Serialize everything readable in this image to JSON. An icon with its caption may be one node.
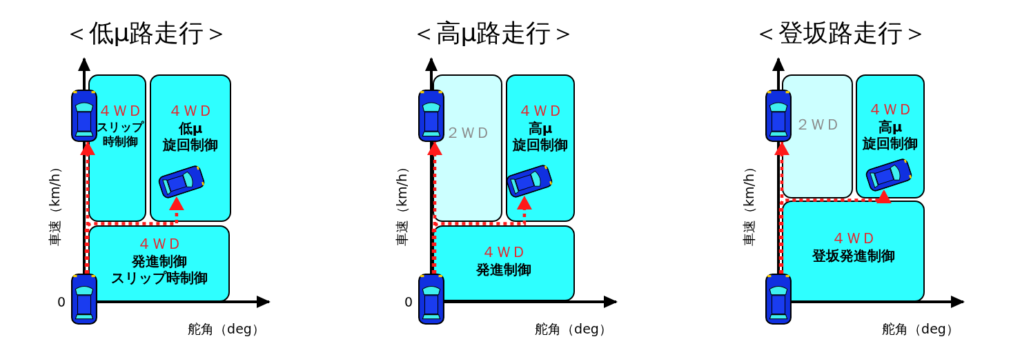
{
  "diagram": {
    "nodes": [
      {
        "text": [
          "４ＷＤ",
          "スリップ時制御"
        ]
      },
      {
        "text": [
          "４ＷＤ",
          "低μ",
          "旋回制御"
        ]
      },
      {
        "text": [],
        "shape": "picture",
        "in": 1
      },
      {
        "text": [
          "４ＷＤ",
          "発進制御",
          "スリップ時制御"
        ]
      },
      {
        "text": [],
        "shape": "picture"
      },
      {
        "text": [],
        "shape": "picture"
      },
      {
        "text": [
          "２ＷＤ"
        ]
      },
      {
        "text": [
          "４ＷＤ",
          "高μ",
          "旋回制御"
        ]
      },
      {
        "text": [],
        "shape": "picture",
        "in": 7
      },
      {
        "text": [
          "４ＷＤ",
          "発進制御"
        ]
      },
      {
        "text": [],
        "shape": "picture"
      },
      {
        "text": [],
        "shape": "picture"
      },
      {
        "text": [
          "２ＷＤ"
        ]
      },
      {
        "text": [
          "４ＷＤ",
          "高μ",
          "旋回制御"
        ]
      },
      {
        "text": [],
        "shape": "picture",
        "in": 13
      },
      {
        "text": [
          "４ＷＤ",
          "登坂発進制御"
        ]
      },
      {
        "text": [],
        "shape": "picture"
      },
      {
        "text": [],
        "shape": "picture"
      }
    ],
    "edges": [
      {
        "from": 5,
        "to": 4,
        "arrow": "to",
        "style": "dashed",
        "color": "#ff1a1a"
      },
      {
        "from": 5,
        "to": 2,
        "arrow": "to",
        "style": "dashed",
        "color": "#ff1a1a"
      },
      {
        "from": 11,
        "to": 10,
        "arrow": "to",
        "style": "dashed",
        "color": "#ff1a1a"
      },
      {
        "from": 11,
        "to": 8,
        "arrow": "to",
        "style": "dashed",
        "color": "#ff1a1a"
      },
      {
        "from": 17,
        "to": 16,
        "arrow": "to",
        "style": "dashed",
        "color": "#ff1a1a"
      },
      {
        "from": 17,
        "to": 14,
        "arrow": "to",
        "style": "dashed",
        "color": "#ff1a1a"
      }
    ],
    "labels": [
      "＜低μ路走行＞",
      "車速（km/h）",
      "0",
      "舵角（deg）",
      "＜高μ路走行＞",
      "車速（km/h）",
      "0",
      "舵角（deg）",
      "＜登坂路走行＞",
      "車速（km/h）",
      "舵角（deg）"
    ]
  }
}
